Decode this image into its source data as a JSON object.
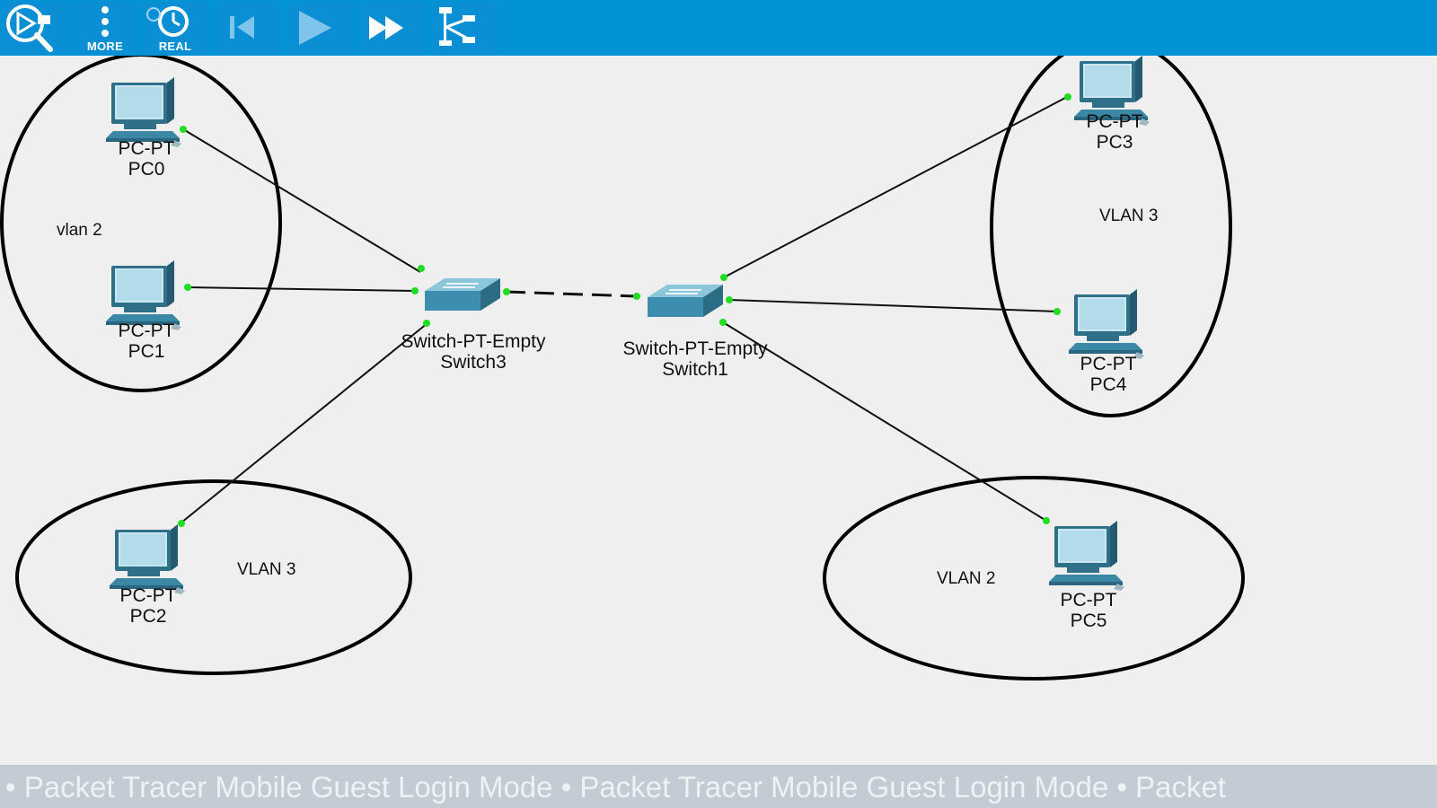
{
  "toolbar": {
    "buttons": [
      {
        "name": "simulation-search",
        "label": ""
      },
      {
        "name": "more",
        "label": "MORE"
      },
      {
        "name": "realtime",
        "label": "REAL"
      },
      {
        "name": "step-back",
        "label": ""
      },
      {
        "name": "play",
        "label": ""
      },
      {
        "name": "fast-forward",
        "label": ""
      },
      {
        "name": "topology",
        "label": ""
      }
    ],
    "colors": {
      "bar": "#0292d6",
      "button": "#0a8fd4",
      "icon": "#ffffff"
    }
  },
  "devices": {
    "pc0": {
      "model": "PC-PT",
      "name": "PC0"
    },
    "pc1": {
      "model": "PC-PT",
      "name": "PC1"
    },
    "pc2": {
      "model": "PC-PT",
      "name": "PC2"
    },
    "pc3": {
      "model": "PC-PT",
      "name": "PC3"
    },
    "pc4": {
      "model": "PC-PT",
      "name": "PC4"
    },
    "pc5": {
      "model": "PC-PT",
      "name": "PC5"
    },
    "switch3": {
      "model": "Switch-PT-Empty",
      "name": "Switch3"
    },
    "switch1": {
      "model": "Switch-PT-Empty",
      "name": "Switch1"
    }
  },
  "zones": {
    "top_left": "vlan 2",
    "bottom_left": "VLAN 3",
    "top_right": "VLAN 3",
    "bottom_right": "VLAN 2"
  },
  "link_colors": {
    "cable": "#111111",
    "port_up": "#22dd22"
  },
  "banner": {
    "text": "• Packet Tracer Mobile Guest Login Mode • Packet Tracer Mobile Guest Login Mode • Packet"
  }
}
